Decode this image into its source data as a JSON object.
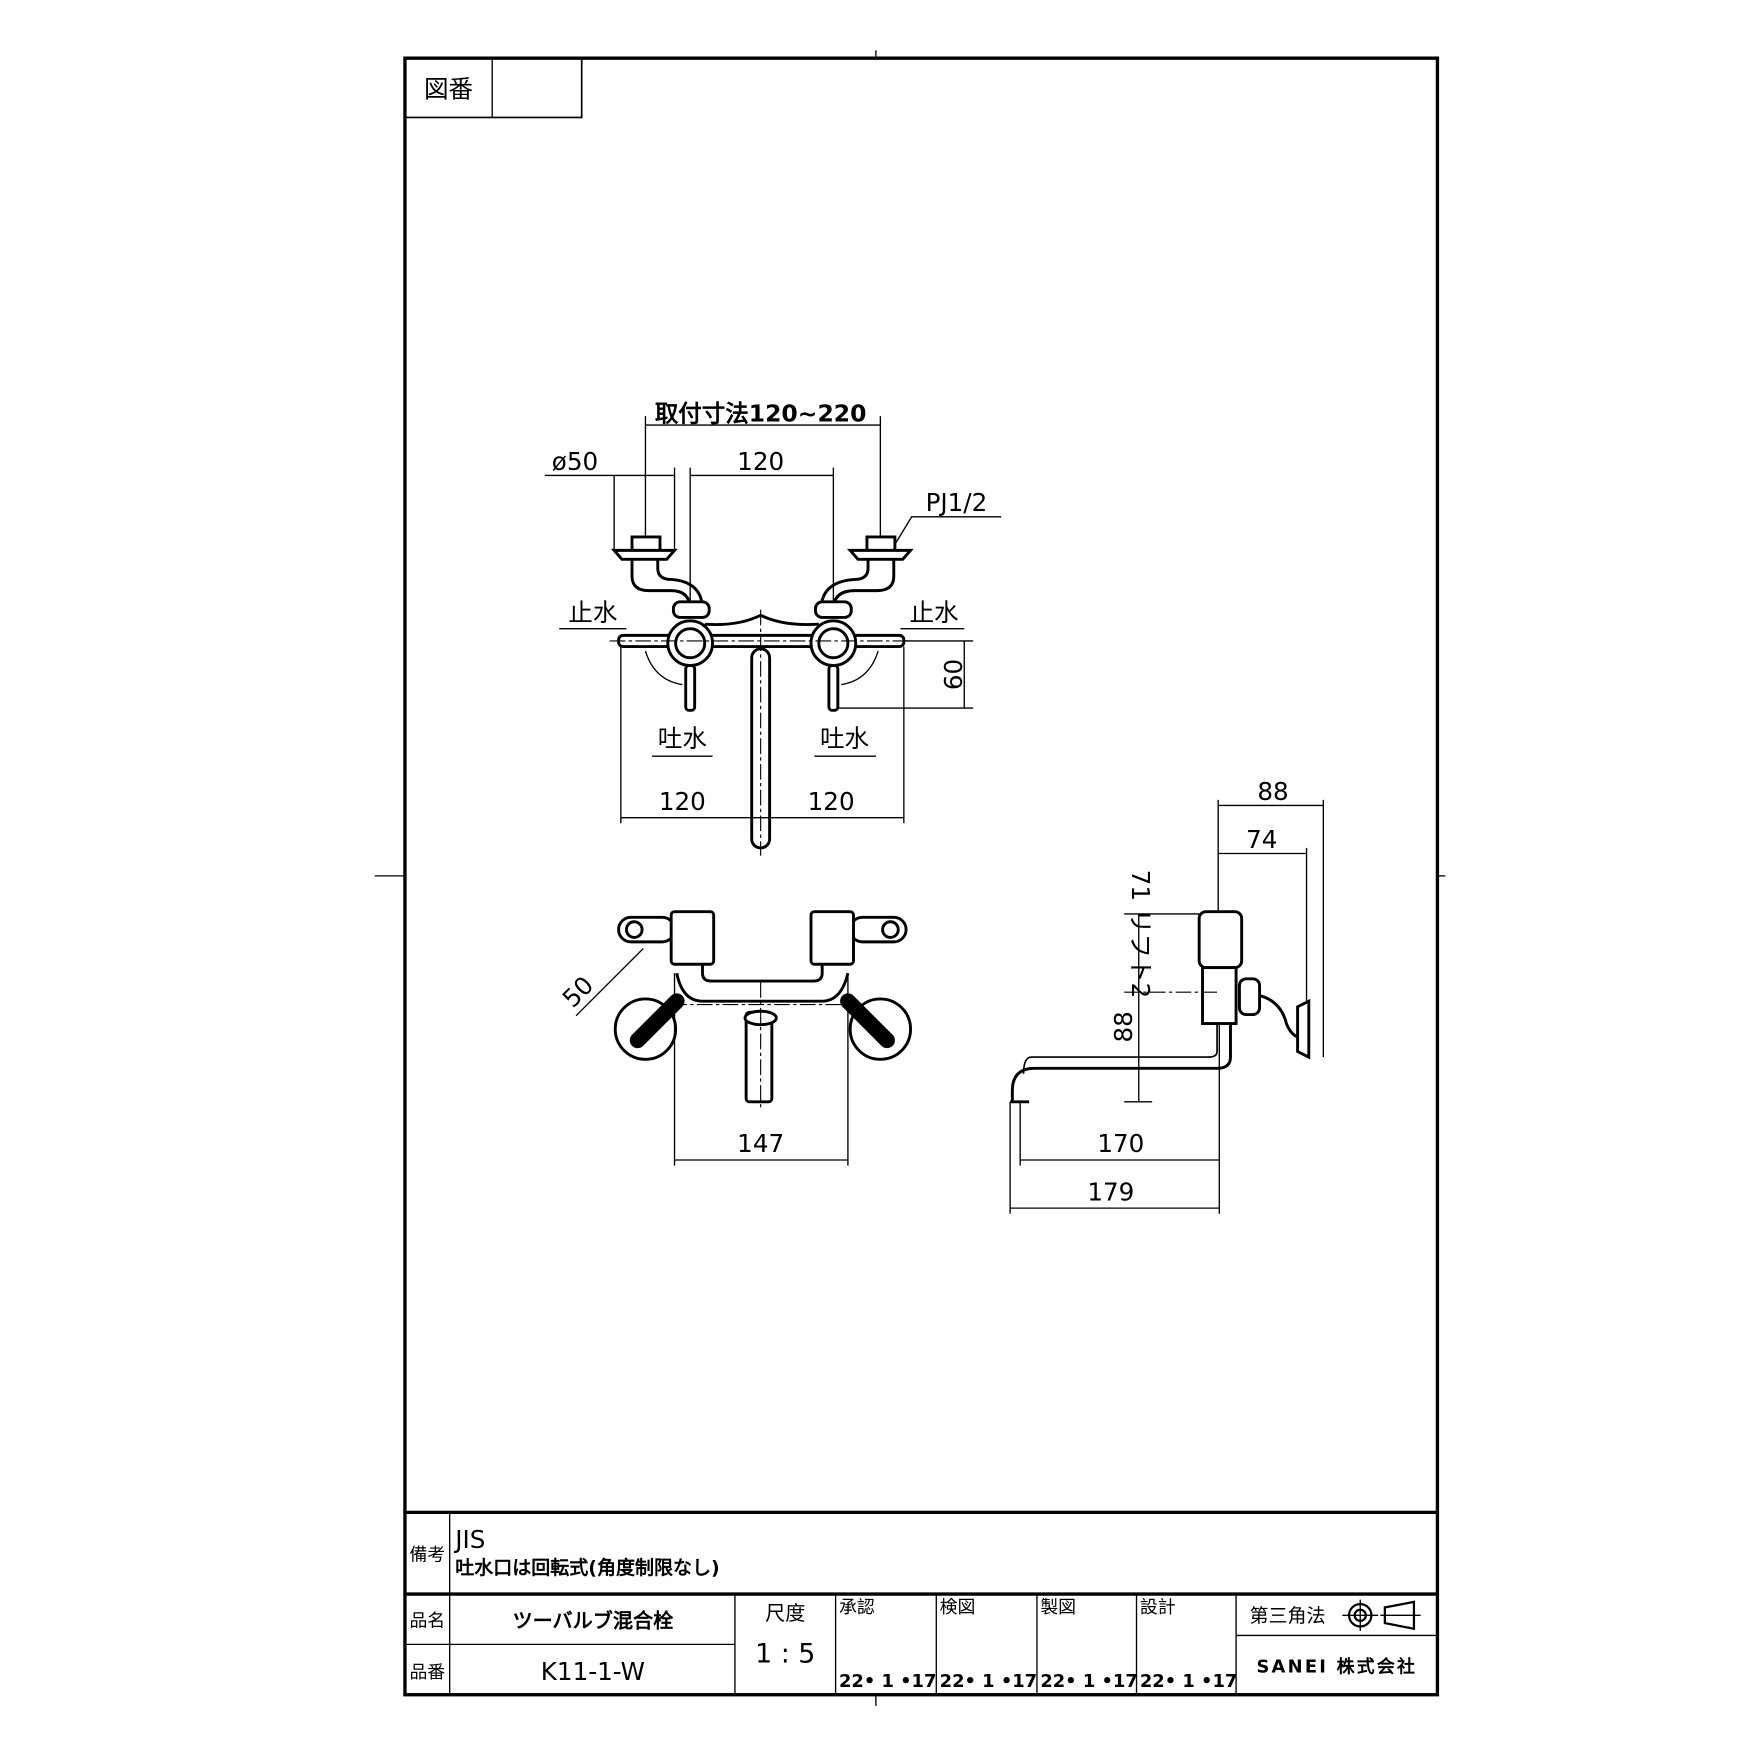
{
  "header": {
    "drawing_no_label": "図番",
    "drawing_no_value": ""
  },
  "front_view": {
    "mount_range": "取付寸法120~220",
    "diameter": "ø50",
    "center_spacing": "120",
    "pipe_thread": "PJ1/2",
    "stop_left": "止水",
    "stop_right": "止水",
    "spout_left": "吐水",
    "spout_right": "吐水",
    "height": "60",
    "half_left": "120",
    "half_right": "120"
  },
  "top_view": {
    "leg_length": "50",
    "width": "147"
  },
  "side_view": {
    "depth_total": "88",
    "depth_body": "74",
    "lift": "71 リフト2",
    "spout_height": "88",
    "reach": "170",
    "reach_total": "179"
  },
  "title_block": {
    "remarks_label": "備考",
    "remarks": [
      "JIS",
      "吐水口は回転式(角度制限なし)"
    ],
    "name_label": "品名",
    "name": "ツーバルブ混合栓",
    "number_label": "品番",
    "number": "K11-1-W",
    "scale_label": "尺度",
    "scale": "1 : 5",
    "approvals": [
      {
        "label": "承認",
        "date": "22• 1 •17"
      },
      {
        "label": "検図",
        "date": "22• 1 •17"
      },
      {
        "label": "製図",
        "date": "22• 1 •17"
      },
      {
        "label": "設計",
        "date": "22• 1 •17"
      }
    ],
    "projection": "第三角法",
    "company": "SANEI 株式会社"
  }
}
